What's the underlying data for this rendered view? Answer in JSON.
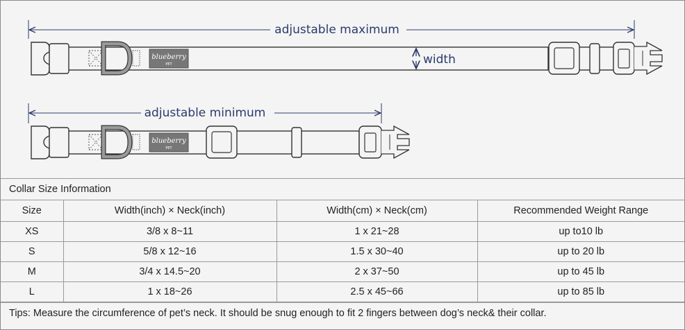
{
  "diagram": {
    "max_label": "adjustable maximum",
    "min_label": "adjustable minimum",
    "width_label": "width",
    "brand_name": "blueberry",
    "brand_sub": "PET"
  },
  "table": {
    "caption": "Collar Size Information",
    "headers": [
      "Size",
      "Width(inch)  × Neck(inch)",
      "Width(cm)  × Neck(cm)",
      "Recommended Weight Range"
    ],
    "rows": [
      [
        "XS",
        "3/8 x 8~11",
        "1 x 21~28",
        "up to10 lb"
      ],
      [
        "S",
        "5/8 x 12~16",
        "1.5 x 30~40",
        "up to 20 lb"
      ],
      [
        "M",
        "3/4 x 14.5~20",
        "2 x 37~50",
        "up to 45 lb"
      ],
      [
        "L",
        "1 x 18~26",
        "2.5 x 45~66",
        "up to 85 lb"
      ]
    ],
    "tips": "Tips: Measure the circumference of pet’s neck. It should be snug enough to fit 2 fingers between dog’s neck& their collar."
  },
  "colors": {
    "background": "#f4f4f4",
    "outline": "#333333",
    "label": "#2b3a6b",
    "d_ring": "#9a9a9a",
    "brand_tag": "#777777"
  }
}
